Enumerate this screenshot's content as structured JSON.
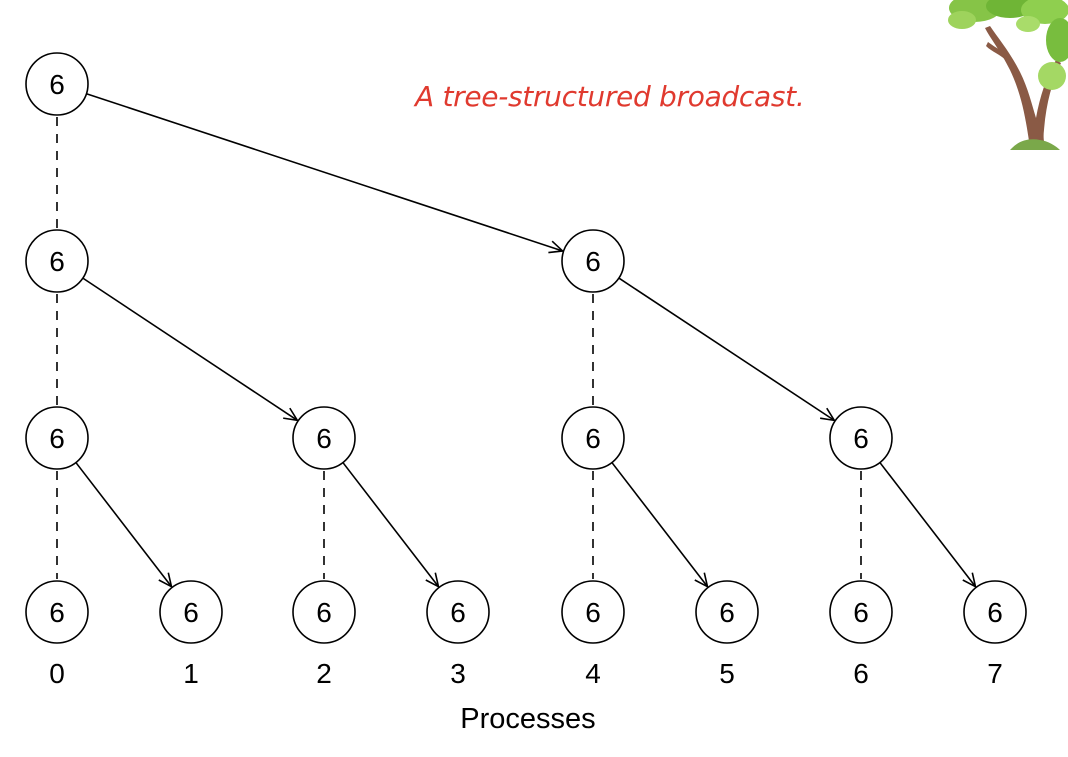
{
  "title": "A tree-structured broadcast.",
  "axis_label": "Processes",
  "value": "6",
  "processes": [
    "0",
    "1",
    "2",
    "3",
    "4",
    "5",
    "6",
    "7"
  ],
  "levels": [
    [
      0
    ],
    [
      0,
      4
    ],
    [
      0,
      2,
      4,
      6
    ],
    [
      0,
      1,
      2,
      3,
      4,
      5,
      6,
      7
    ]
  ],
  "sends": [
    {
      "from_level": 0,
      "from": 0,
      "to": 4
    },
    {
      "from_level": 1,
      "from": 0,
      "to": 2
    },
    {
      "from_level": 1,
      "from": 4,
      "to": 6
    },
    {
      "from_level": 2,
      "from": 0,
      "to": 1
    },
    {
      "from_level": 2,
      "from": 2,
      "to": 3
    },
    {
      "from_level": 2,
      "from": 4,
      "to": 5
    },
    {
      "from_level": 2,
      "from": 6,
      "to": 7
    }
  ],
  "colors": {
    "title": "#e03a2f",
    "stroke": "#000000",
    "tree_trunk": "#8a5a45",
    "tree_leaves": "#7cbf3a"
  },
  "decoration": "tree-illustration"
}
